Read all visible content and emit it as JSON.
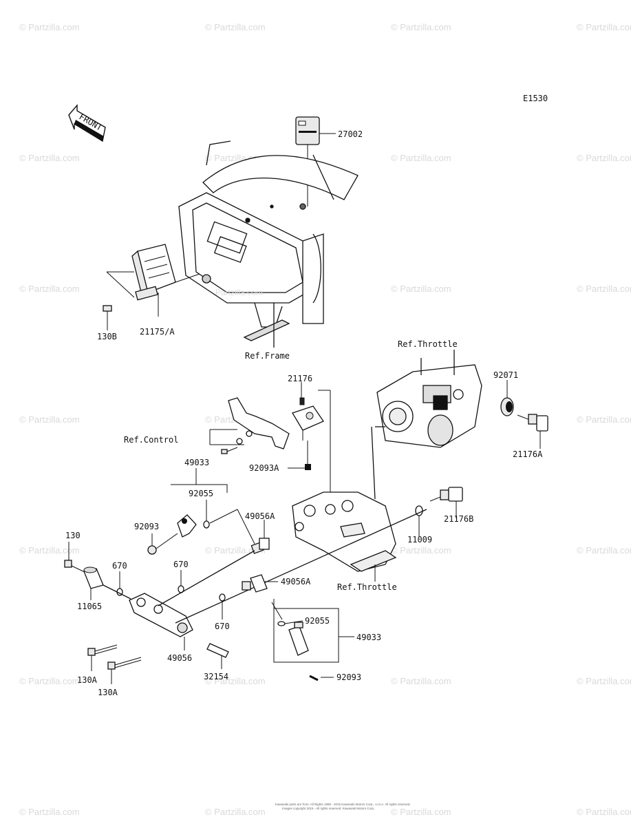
{
  "diagram_code": "E1530",
  "front_arrow": {
    "text": "FRONT",
    "icon": "front-arrow-icon"
  },
  "watermark": {
    "text": "© Partzilla.com"
  },
  "center_watermark": "Partzilla.com",
  "labels": {
    "p27002": "27002",
    "p21175A": "21175/A",
    "p130B": "130B",
    "ref_frame": "Ref.Frame",
    "ref_throttle_top": "Ref.Throttle",
    "p21176": "21176",
    "p92071": "92071",
    "ref_control": "Ref.Control",
    "p92093A": "92093A",
    "p21176A": "21176A",
    "p49033_top": "49033",
    "p92055_top": "92055",
    "p92093_left": "92093",
    "p49056A_upper": "49056A",
    "p21176B": "21176B",
    "p11009": "11009",
    "p130": "130",
    "p670_a": "670",
    "p670_b": "670",
    "p11065": "11065",
    "p49056A_lower": "49056A",
    "ref_throttle_bottom": "Ref.Throttle",
    "p670_c": "670",
    "p92055_bottom": "92055",
    "p49033_bottom": "49033",
    "p130A_a": "130A",
    "p49056": "49056",
    "p32154": "32154",
    "p130A_b": "130A",
    "p92093_bottom": "92093"
  },
  "footer": {
    "line1": "Kawasaki parts are from: All Rights 1995 - 2015 Kawasaki Motors Corp., U.S.A. All rights reserved.",
    "line2": "Images copyright 2015 - All rights reserved. Kawasaki Motors Corp."
  }
}
